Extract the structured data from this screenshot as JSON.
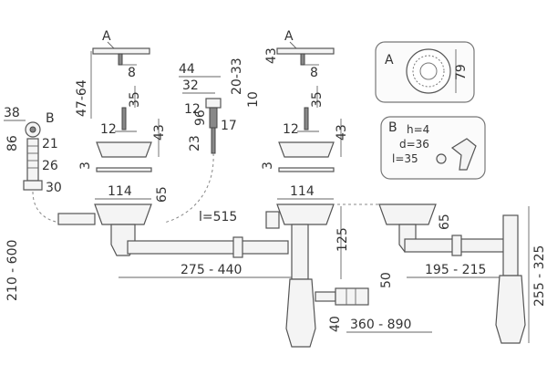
{
  "labels": {
    "part_a": "A",
    "part_b": "B",
    "d_8_a": "8",
    "d_8_b": "8",
    "d_47_64": "47-64",
    "d_43_top": "43",
    "d_44": "44",
    "d_32": "32",
    "d_20_33": "20-33",
    "d_10": "10",
    "d_96": "96",
    "d_12_c": "12",
    "d_17": "17",
    "d_23": "23",
    "d_35_l": "35",
    "d_12_l": "12",
    "d_43_l": "43",
    "d_35_r": "35",
    "d_12_r": "12",
    "d_43_r": "43",
    "d_3_l": "3",
    "d_3_r": "3",
    "d_38": "38",
    "d_86": "86",
    "d_21": "21",
    "d_26": "26",
    "d_30": "30",
    "d_114_l": "114",
    "d_65_l": "65",
    "d_l515": "l=515",
    "d_114_m": "114",
    "d_125": "125",
    "d_275_440": "275 - 440",
    "d_210_600": "210 - 600",
    "d_50": "50",
    "d_40": "40",
    "d_360_890": "360 - 890",
    "d_65_r": "65",
    "d_195_215": "195 - 215",
    "d_255_325": "255 - 325",
    "callout_a_title": "A",
    "d_79": "79",
    "callout_b_title": "B",
    "d_h4": "h=4",
    "d_d36": "d=36",
    "d_l35": "l=35"
  }
}
